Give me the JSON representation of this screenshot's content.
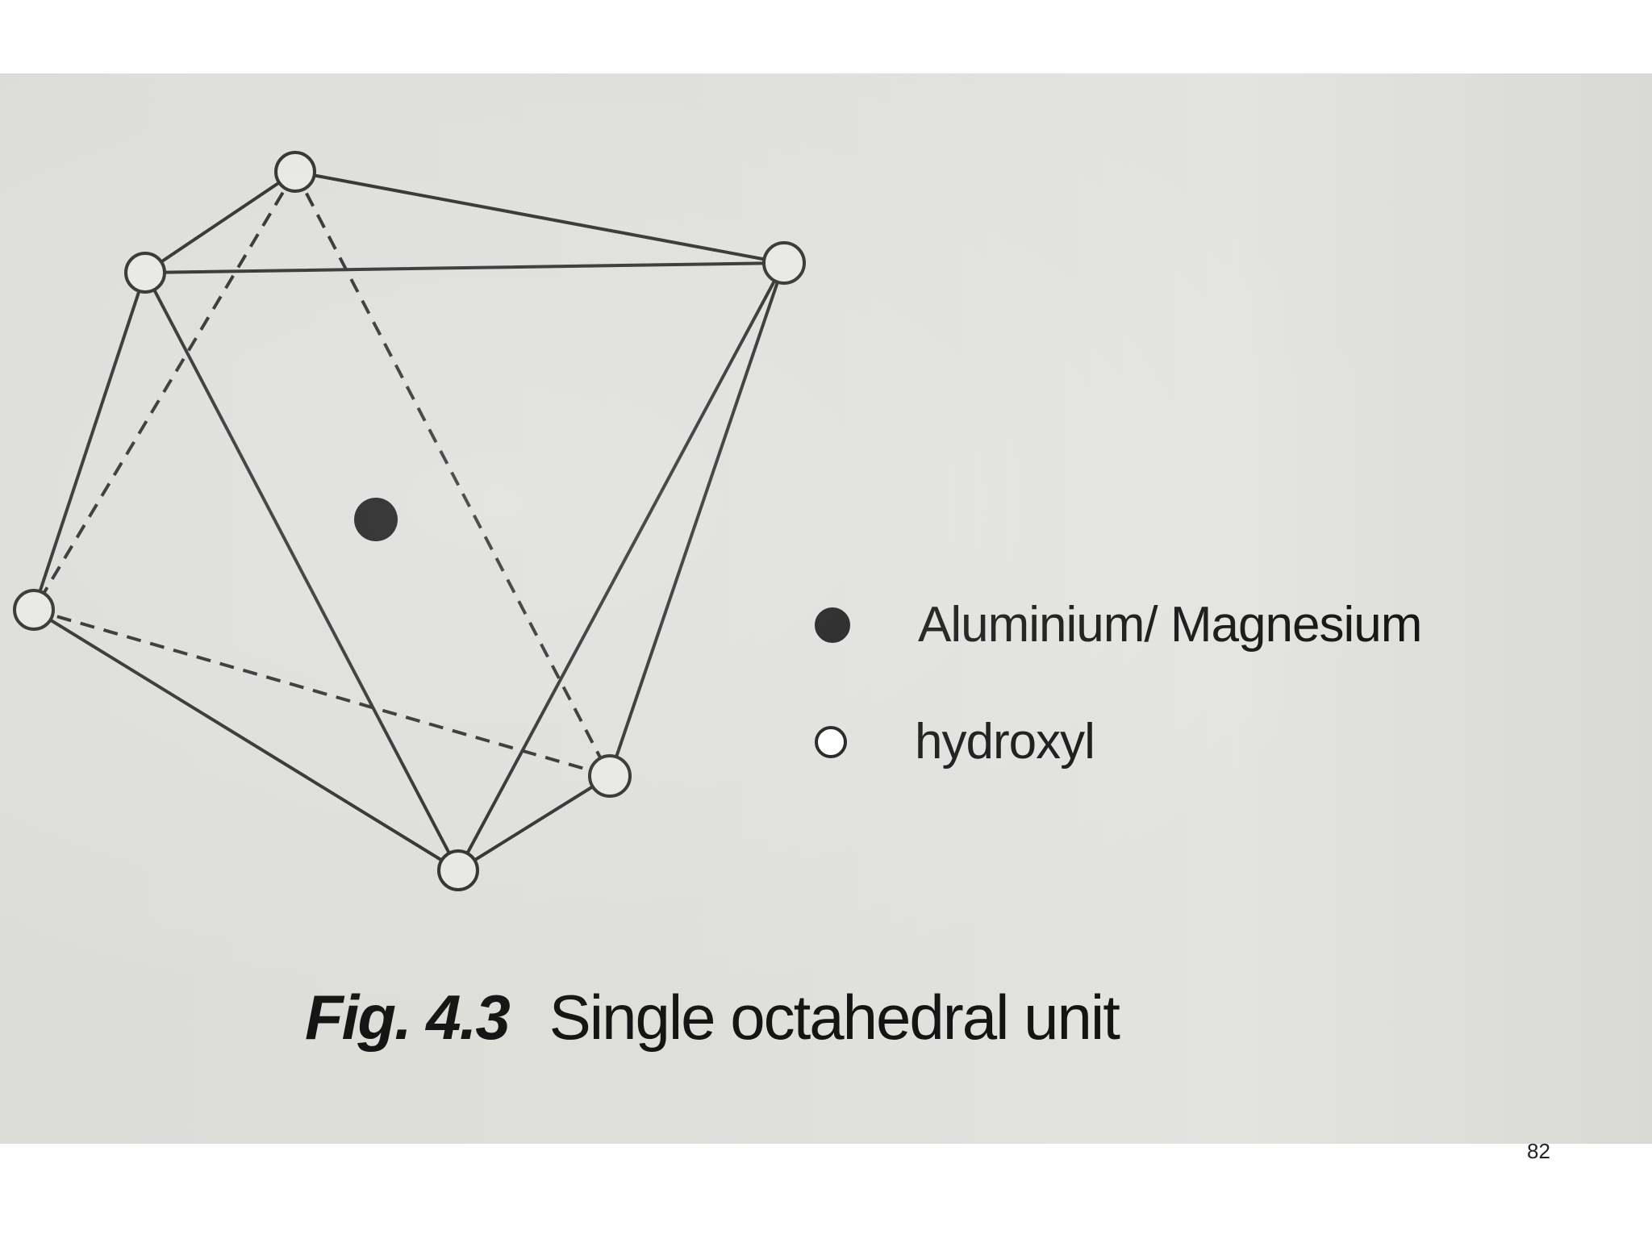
{
  "legend": {
    "items": [
      {
        "marker": "filled-circle",
        "label": "Aluminium/ Magnesium"
      },
      {
        "marker": "hollow-circle",
        "label": "hydroxyl"
      }
    ]
  },
  "caption": {
    "fig_label": "Fig. 4.3",
    "title": "Single octahedral unit"
  },
  "page_number": "82",
  "colors": {
    "ink": "#1a1a1a",
    "paper": "#dededb"
  }
}
